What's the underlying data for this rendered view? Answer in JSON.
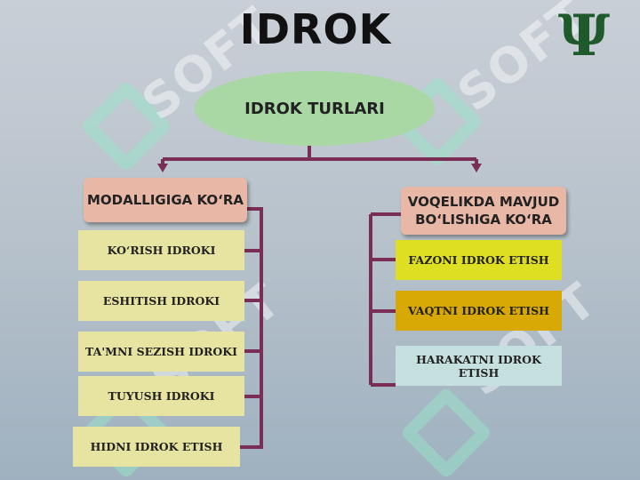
{
  "title": "IDROK",
  "logo_symbol": "Ψ",
  "root": "IDROK TURLARI",
  "watermark": "SOFT",
  "left": {
    "heading": "MODALLIGIGA KO‘RA",
    "items": [
      "KO‘RISH IDROKI",
      "ESHITISH IDROKI",
      "TA'MNI SEZISH IDROKI",
      "TUYUSH IDROKI",
      "HIDNI IDROK ETISH"
    ]
  },
  "right": {
    "heading": "VOQELIKDA MAVJUD BO‘LIShIGA KO‘RA",
    "items": [
      "FAZONI IDROK ETISH",
      "VAQTNI IDROK ETISH",
      "HARAKATNI IDROK ETISH"
    ]
  },
  "colors": {
    "connector": "#7a2e55",
    "category_fill": "#e8b7a5",
    "root_fill": "#a9d8a4",
    "item_light_yellow": "#e7e3a1",
    "item_yellow": "#dede22",
    "item_orange": "#d8a805",
    "item_light_cyan": "#c6e0df"
  }
}
